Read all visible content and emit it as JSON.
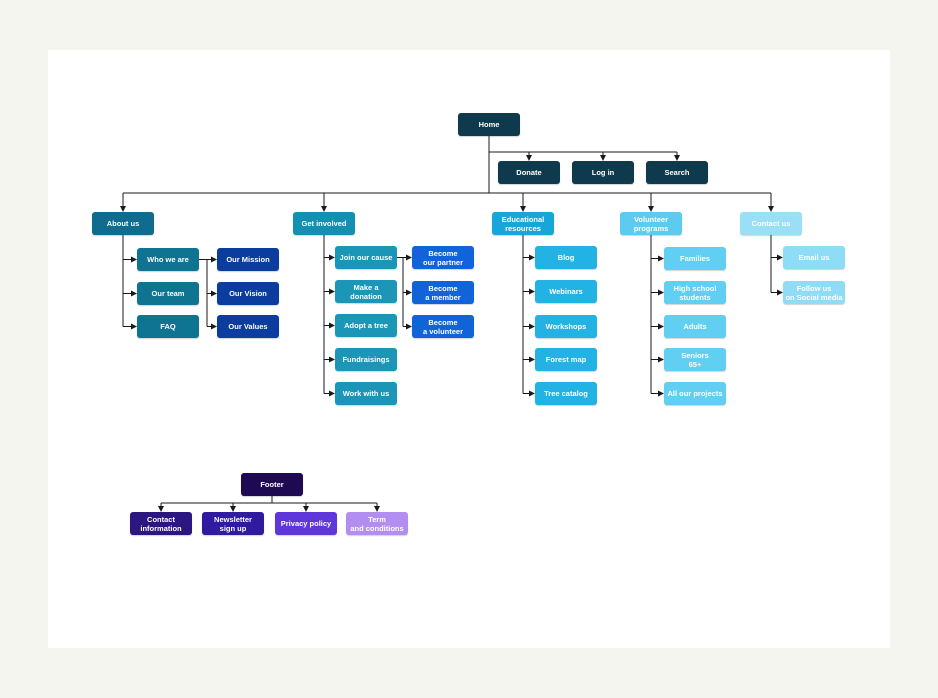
{
  "diagram": {
    "colors": {
      "home": "#0f3a4e",
      "about": "#106c8e",
      "about_sub": "#0f7491",
      "mission": "#0b3d9e",
      "involved": "#1390b1",
      "involved_sub": "#1b96b6",
      "become": "#1063d8",
      "educational": "#17a6d8",
      "educational_sub": "#22b2e3",
      "volunteer": "#5ccbef",
      "volunteer_sub": "#60cff1",
      "contact": "#99dff6",
      "contact_sub": "#8fdcf6",
      "footer": "#1d0a52",
      "footer_contact": "#2c1680",
      "footer_newsletter": "#301ba0",
      "footer_privacy": "#5e36d9",
      "footer_terms": "#b18ef0",
      "line": "#1a1a1a"
    },
    "home": {
      "label": "Home"
    },
    "top_actions": [
      {
        "key": "donate",
        "label": "Donate"
      },
      {
        "key": "login",
        "label": "Log in"
      },
      {
        "key": "search",
        "label": "Search"
      }
    ],
    "sections": {
      "about": {
        "label": "About us",
        "items": [
          "Who we are",
          "Our team",
          "FAQ"
        ],
        "sub_items": [
          "Our Mission",
          "Our Vision",
          "Our Values"
        ]
      },
      "involved": {
        "label": "Get involved",
        "items": [
          "Join our cause",
          "Make a\ndonation",
          "Adopt a tree",
          "Fundraisings",
          "Work with us"
        ],
        "sub_items": [
          "Become\nour partner",
          "Become\na member",
          "Become\na volunteer"
        ]
      },
      "educational": {
        "label": "Educational\nresources",
        "items": [
          "Blog",
          "Webinars",
          "Workshops",
          "Forest map",
          "Tree catalog"
        ]
      },
      "volunteer": {
        "label": "Volunteer\nprograms",
        "items": [
          "Families",
          "High school\nstudents",
          "Adults",
          "Seniors\n65+",
          "All our projects"
        ]
      },
      "contact": {
        "label": "Contact us",
        "items": [
          "Email us",
          "Follow us\non Social media"
        ]
      }
    },
    "footer": {
      "label": "Footer",
      "items": [
        "Contact\ninformation",
        "Newsletter\nsign up",
        "Privacy policy",
        "Term\nand conditions"
      ]
    }
  }
}
